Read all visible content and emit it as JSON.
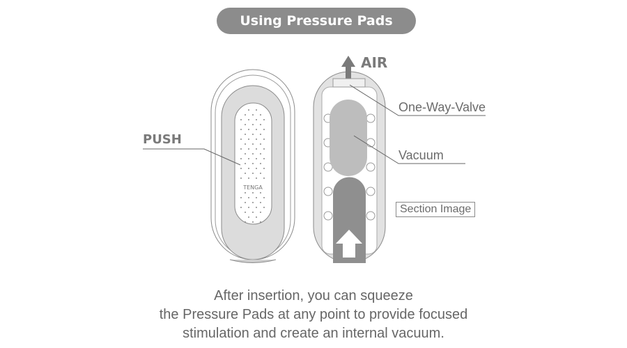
{
  "title": "Using Pressure Pads",
  "labels": {
    "air": "AIR",
    "push": "PUSH",
    "valve": "One-Way-Valve",
    "vacuum": "Vacuum",
    "section": "Section Image",
    "logo": "TENGA"
  },
  "caption": [
    "After insertion, you can squeeze",
    "the Pressure Pads at any point to provide focused",
    "stimulation and create an internal vacuum."
  ],
  "colors": {
    "pill": "#8c8c8c",
    "body": "#d9d9d9",
    "vacuum": "#bdbdbd",
    "insert": "#8f8f8f"
  }
}
